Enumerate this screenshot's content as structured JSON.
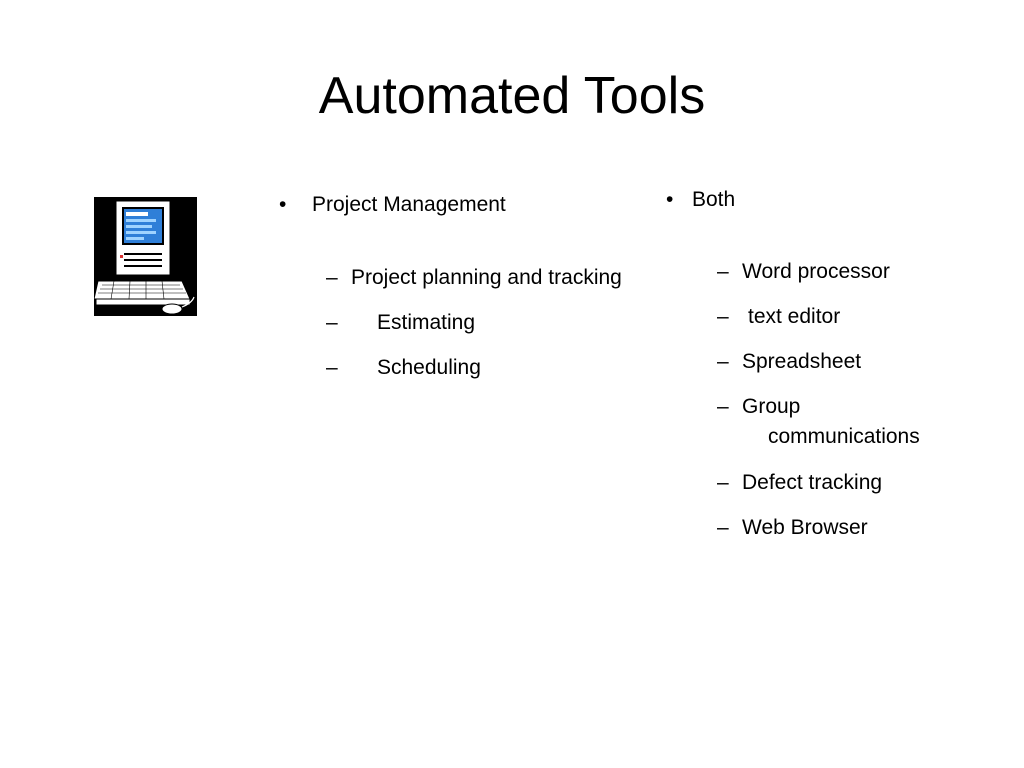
{
  "slide": {
    "title": "Automated Tools"
  },
  "left_column": {
    "bullet_marker": "•",
    "heading": "Project Management",
    "sub_marker": "–",
    "items": [
      "Project planning and tracking",
      "Estimating",
      "Scheduling"
    ]
  },
  "right_column": {
    "bullet_marker": "•",
    "heading": "Both",
    "sub_marker": "–",
    "items": [
      "Word processor",
      "text editor",
      "Spreadsheet",
      "Group",
      "communications",
      "Defect tracking",
      "Web Browser"
    ]
  },
  "clipart": {
    "icon": "computer-icon",
    "colors": {
      "screen": "#4aa3ff",
      "frame": "#000000",
      "body": "#ffffff"
    }
  }
}
